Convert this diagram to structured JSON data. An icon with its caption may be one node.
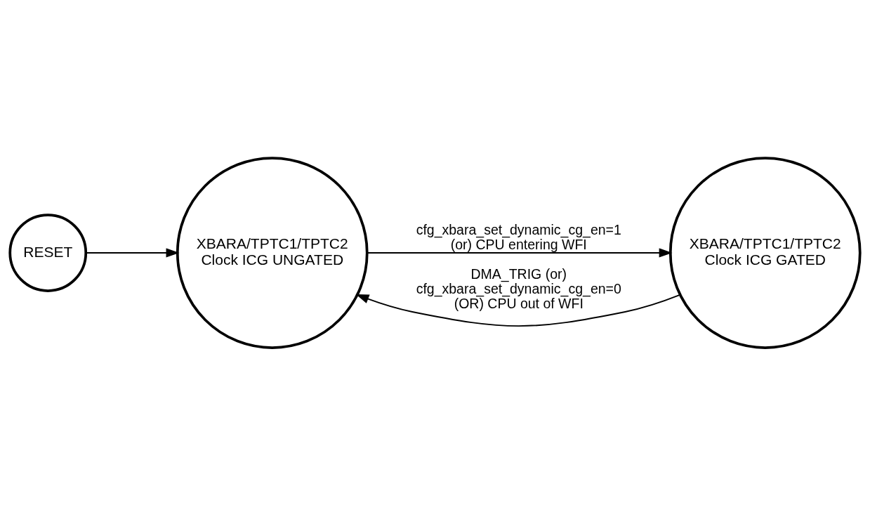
{
  "diagram": {
    "nodes": [
      {
        "text": [
          "RESET"
        ]
      },
      {
        "text": [
          "XBARA/TPTC1/TPTC2 Clock ICG UNGATED"
        ]
      },
      {
        "text": [
          "XBARA/TPTC1/TPTC2 Clock ICG GATED"
        ]
      }
    ],
    "edges": [
      {
        "from": 0,
        "to": 1,
        "arrow": "to"
      },
      {
        "from": 1,
        "to": 2,
        "arrow": "to",
        "label": "cfg_xbara_set_dynamic_cg_en=1 (or) CPU entering WFI"
      },
      {
        "from": 2,
        "to": 1,
        "arrow": "to",
        "label": "DMA_TRIG (or) cfg_xbara_set_dynamic_cg_en=0 (OR) CPU out of WFI"
      }
    ]
  }
}
